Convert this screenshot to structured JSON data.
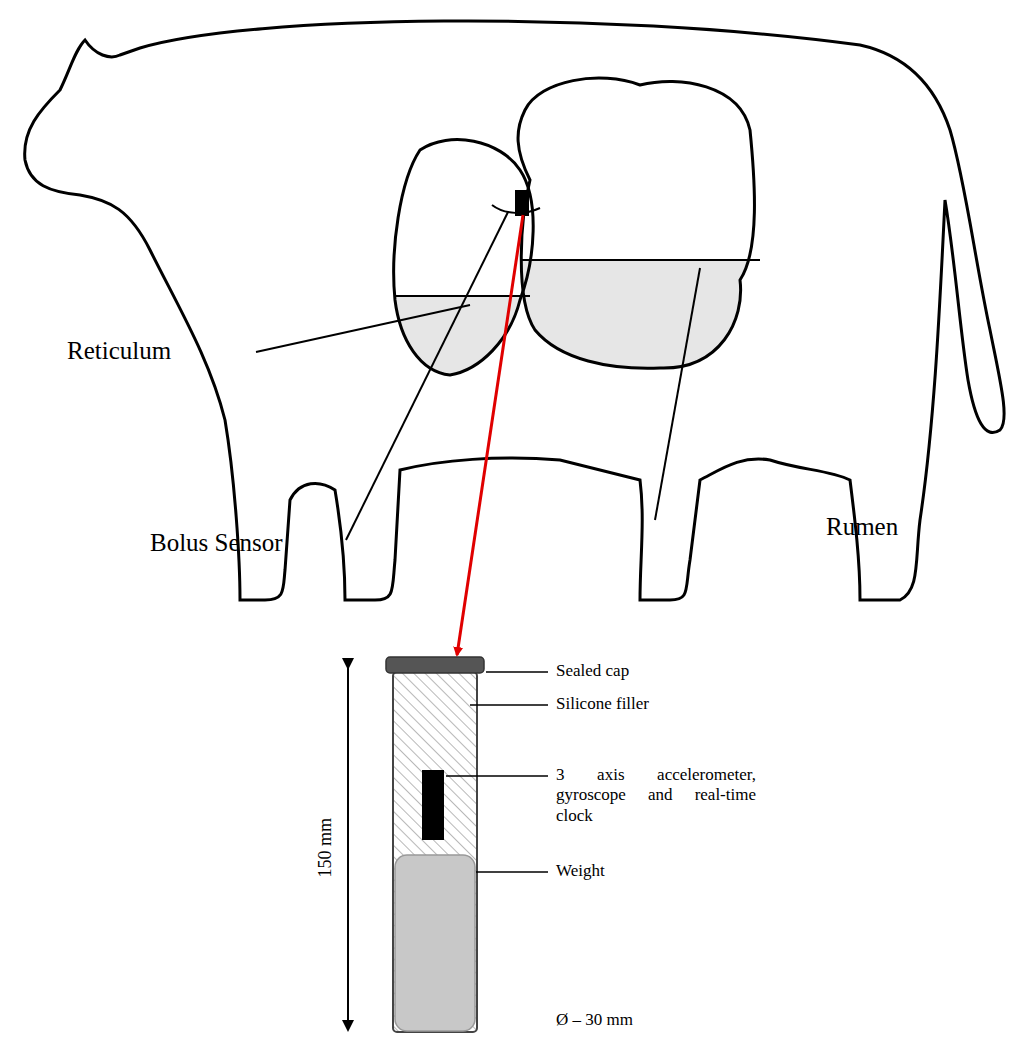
{
  "diagram": {
    "labels": [
      "Reticulum",
      "Bolus Sensor",
      "Rumen",
      "150 mm",
      "Sealed cap",
      "Silicone filler",
      "3 axis accelerometer, gyroscope and real-time clock",
      "Weight",
      "Ø – 30 mm"
    ]
  }
}
